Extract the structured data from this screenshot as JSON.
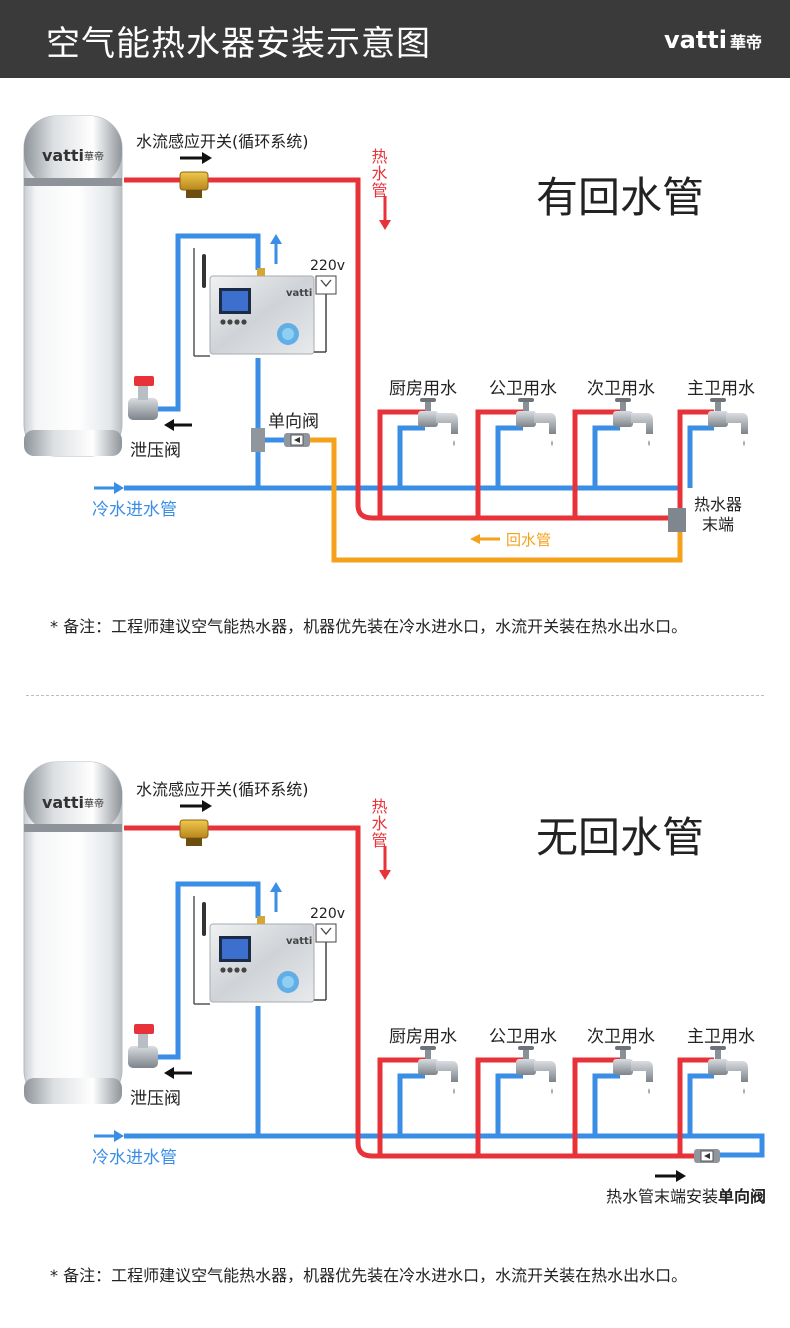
{
  "header": {
    "title": "空气能热水器安装示意图",
    "brand_en": "vatti",
    "brand_cn": "華帝"
  },
  "colors": {
    "hot": "#e8323a",
    "cold": "#3a8ee6",
    "ret": "#f4a11c",
    "header_bg": "#3a3a3a"
  },
  "sections": [
    {
      "heading": "有回水管",
      "switch_label": "水流感应开关(循环系统)",
      "hot_pipe_label": "热水管",
      "power_label": "220v",
      "relief_label": "泄压阀",
      "inlet_label": "冷水进水管",
      "check_valve_label": "单向阀",
      "outlets": [
        "厨房用水",
        "公卫用水",
        "次卫用水",
        "主卫用水"
      ],
      "end_label": "热水器末端",
      "return_label": "回水管",
      "tank_brand_en": "vatti",
      "tank_brand_cn": "華帝",
      "unit_brand": "vatti",
      "note": "* 备注：工程师建议空气能热水器，机器优先装在冷水进水口，水流开关装在热水出水口。"
    },
    {
      "heading": "无回水管",
      "switch_label": "水流感应开关(循环系统)",
      "hot_pipe_label": "热水管",
      "power_label": "220v",
      "relief_label": "泄压阀",
      "inlet_label": "冷水进水管",
      "outlets": [
        "厨房用水",
        "公卫用水",
        "次卫用水",
        "主卫用水"
      ],
      "end_valve_label_a": "热水管末端安装",
      "end_valve_label_b": "单向阀",
      "tank_brand_en": "vatti",
      "tank_brand_cn": "華帝",
      "unit_brand": "vatti",
      "note": "* 备注：工程师建议空气能热水器，机器优先装在冷水进水口，水流开关装在热水出水口。"
    }
  ]
}
